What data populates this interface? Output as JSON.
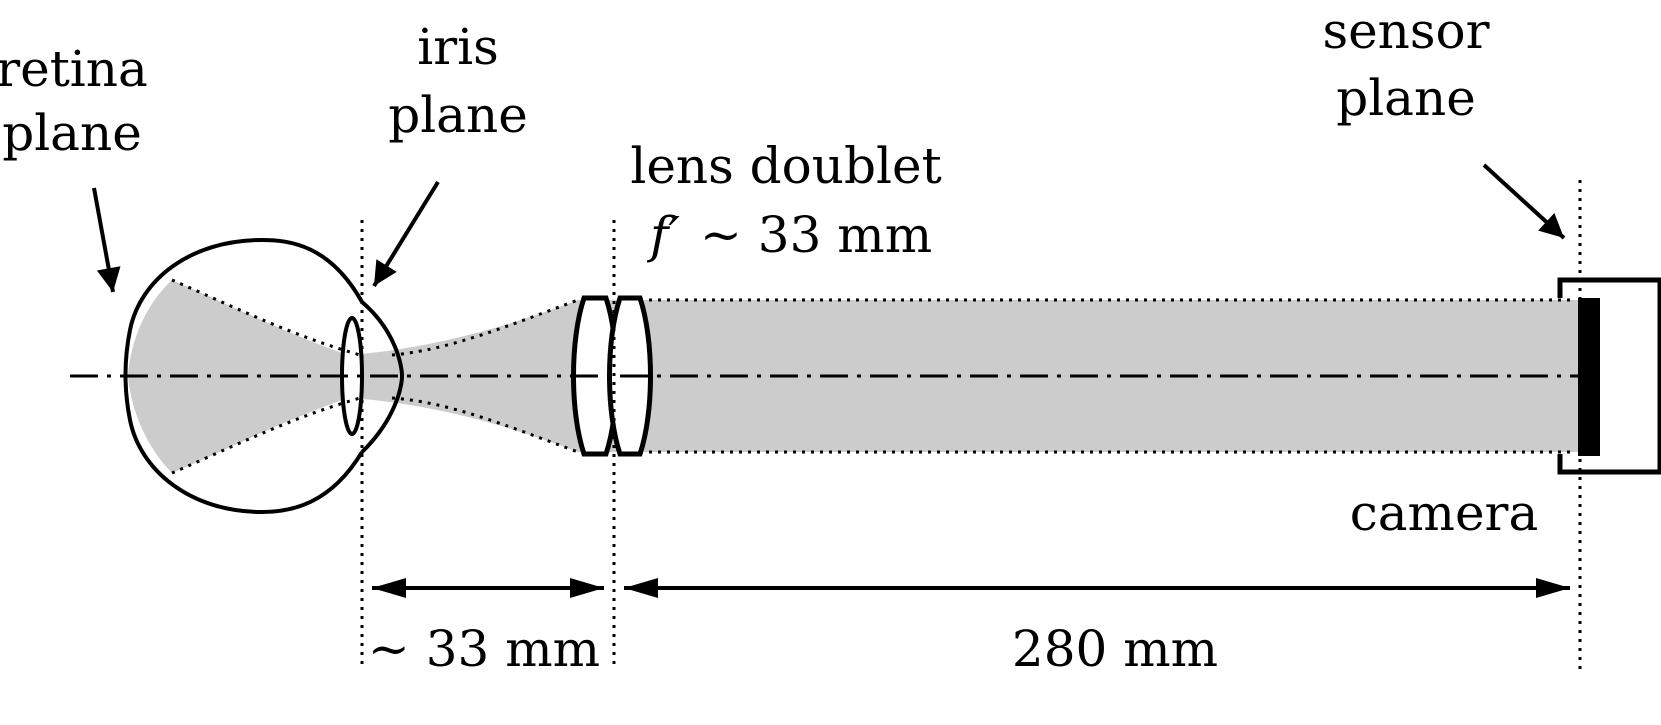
{
  "labels": {
    "retina_line1": "retina",
    "retina_line2": "plane",
    "iris_line1": "iris",
    "iris_line2": "plane",
    "doublet_line1": "lens doublet",
    "doublet_focal_symbol": "f′",
    "doublet_focal_value": "~ 33 mm",
    "sensor_line1": "sensor",
    "sensor_line2": "plane",
    "camera": "camera",
    "dist_eye_lens": "~ 33 mm",
    "dist_lens_sensor": "280 mm"
  },
  "colors": {
    "beam_fill": "#cccccc",
    "stroke": "#000000",
    "background": "#ffffff"
  }
}
